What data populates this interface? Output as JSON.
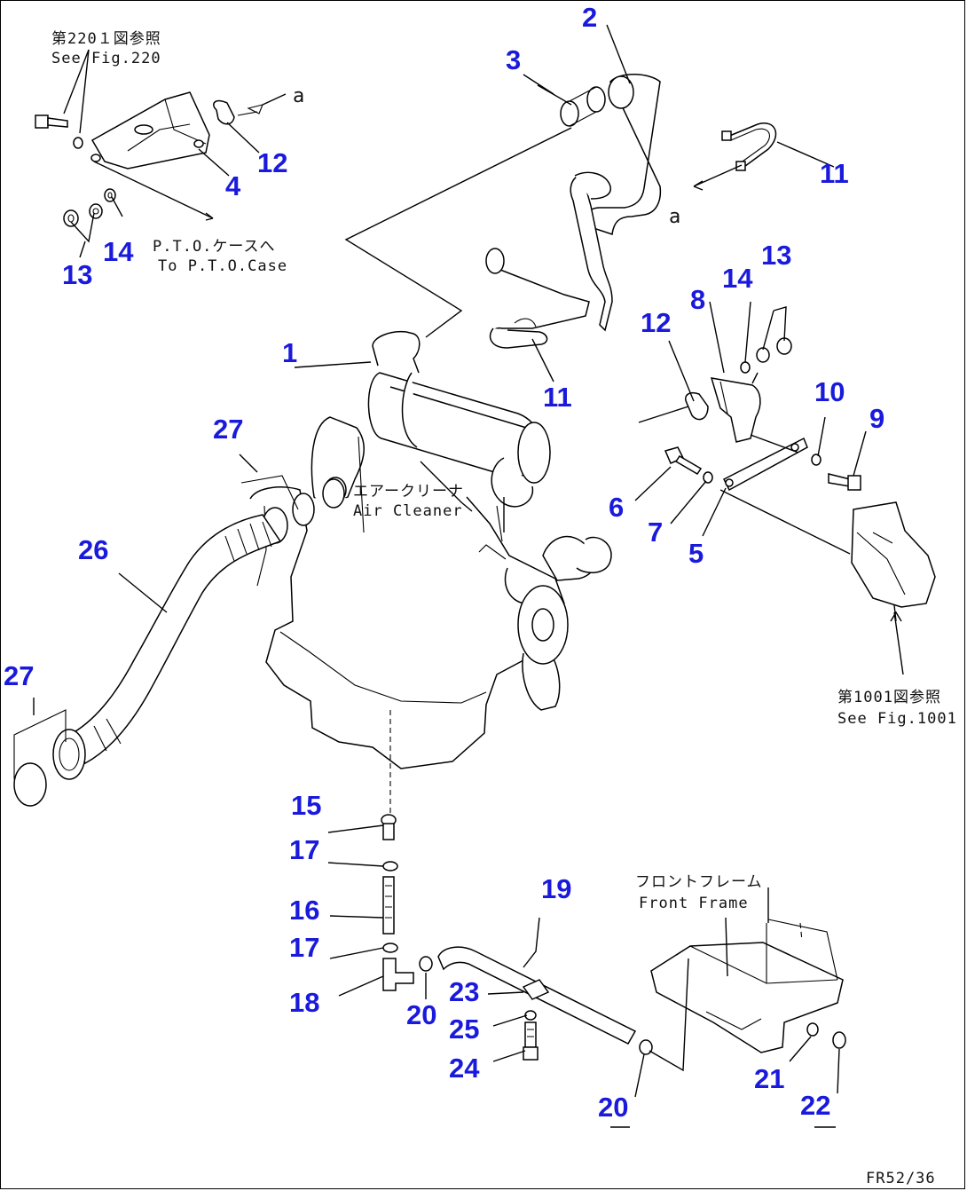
{
  "notes": {
    "fig220_jp": "第220１図参照",
    "fig220_en": "See Fig.220",
    "pto_jp": "P.T.O.ケースへ",
    "pto_en": "To P.T.O.Case",
    "aircleaner_jp": "エアークリーナ",
    "aircleaner_en": "Air Cleaner",
    "fig1001_jp": "第1001図参照",
    "fig1001_en": "See Fig.1001",
    "frame_jp": "フロントフレーム",
    "frame_en": "Front Frame",
    "ref_a1": "a",
    "ref_a2": "a",
    "doc_code": "FR52/36"
  },
  "callouts": {
    "c1": "1",
    "c2": "2",
    "c3": "3",
    "c4": "4",
    "c5": "5",
    "c6": "6",
    "c7": "7",
    "c8": "8",
    "c9": "9",
    "c10": "10",
    "c11a": "11",
    "c11b": "11",
    "c12a": "12",
    "c12b": "12",
    "c13a": "13",
    "c13b": "13",
    "c14a": "14",
    "c14b": "14",
    "c15": "15",
    "c16": "16",
    "c17a": "17",
    "c17b": "17",
    "c18": "18",
    "c19": "19",
    "c20a": "20",
    "c20b": "20",
    "c21": "21",
    "c22": "22",
    "c23": "23",
    "c24": "24",
    "c25": "25",
    "c26": "26",
    "c27a": "27",
    "c27b": "27"
  },
  "colors": {
    "callout": "#1a1adc",
    "line": "#000000",
    "background": "#ffffff"
  }
}
